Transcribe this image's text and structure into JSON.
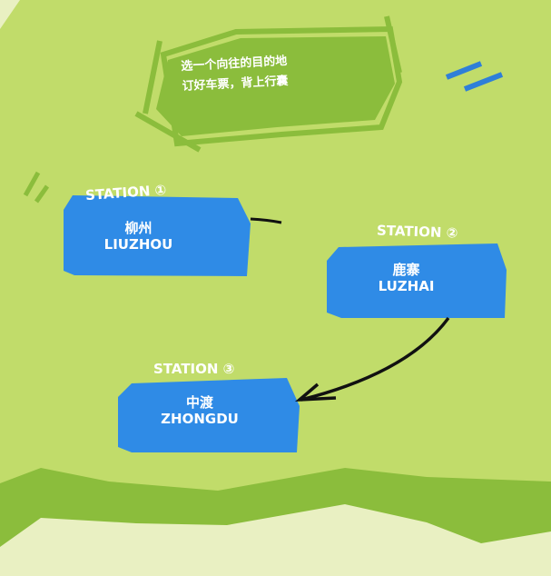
{
  "banner": {
    "line1": "选一个向往的目的地",
    "line2": "订好车票，背上行囊"
  },
  "stations": [
    {
      "label": "STATION ①",
      "name_cn": "柳州",
      "name_en": "LIUZHOU"
    },
    {
      "label": "STATION ②",
      "name_cn": "鹿寨",
      "name_en": "LUZHAI"
    },
    {
      "label": "STATION ③",
      "name_cn": "中渡",
      "name_en": "ZHONGDU"
    }
  ],
  "colors": {
    "background": "#c1dc6a",
    "dark_green": "#8bbd3c",
    "pale": "#e9f0c2",
    "station_blue": "#2f8be6",
    "accent_blue": "#2f7fd8"
  }
}
